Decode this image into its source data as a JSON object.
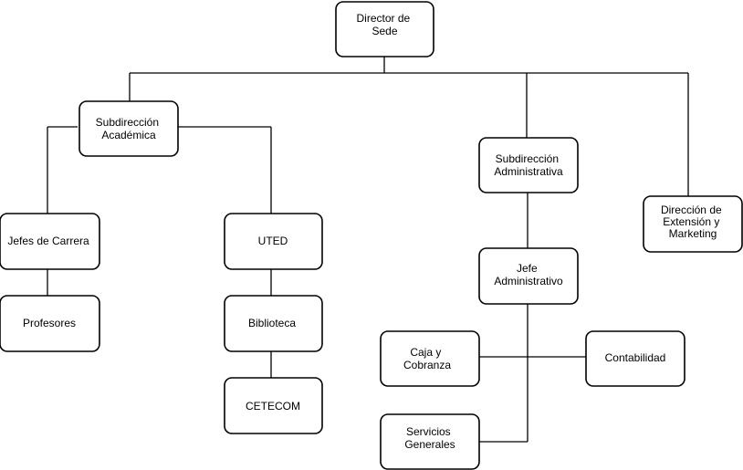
{
  "diagram": {
    "type": "org-chart",
    "line_color": "#000000",
    "box_fill": "#ffffff",
    "nodes": {
      "director": {
        "lines": [
          "Director de",
          "Sede"
        ]
      },
      "sub_academica": {
        "lines": [
          "Subdirección",
          "Académica"
        ]
      },
      "sub_administrativa": {
        "lines": [
          "Subdirección",
          "Administrativa"
        ]
      },
      "dir_extension": {
        "lines": [
          "Dirección de",
          "Extensión y",
          "Marketing"
        ]
      },
      "jefes_carrera": {
        "lines": [
          "Jefes de Carrera"
        ]
      },
      "uted": {
        "lines": [
          "UTED"
        ]
      },
      "profesores": {
        "lines": [
          "Profesores"
        ]
      },
      "biblioteca": {
        "lines": [
          "Biblioteca"
        ]
      },
      "cetecom": {
        "lines": [
          "CETECOM"
        ]
      },
      "jefe_administrativo": {
        "lines": [
          "Jefe",
          "Administrativo"
        ]
      },
      "caja_cobranza": {
        "lines": [
          "Caja y",
          "Cobranza"
        ]
      },
      "contabilidad": {
        "lines": [
          "Contabilidad"
        ]
      },
      "servicios_generales": {
        "lines": [
          "Servicios",
          "Generales"
        ]
      }
    },
    "edges": [
      [
        "director",
        "sub_academica"
      ],
      [
        "director",
        "sub_administrativa"
      ],
      [
        "director",
        "dir_extension"
      ],
      [
        "sub_academica",
        "jefes_carrera"
      ],
      [
        "sub_academica",
        "uted"
      ],
      [
        "jefes_carrera",
        "profesores"
      ],
      [
        "uted",
        "biblioteca"
      ],
      [
        "biblioteca",
        "cetecom"
      ],
      [
        "sub_administrativa",
        "jefe_administrativo"
      ],
      [
        "jefe_administrativo",
        "caja_cobranza"
      ],
      [
        "jefe_administrativo",
        "contabilidad"
      ],
      [
        "jefe_administrativo",
        "servicios_generales"
      ]
    ]
  }
}
